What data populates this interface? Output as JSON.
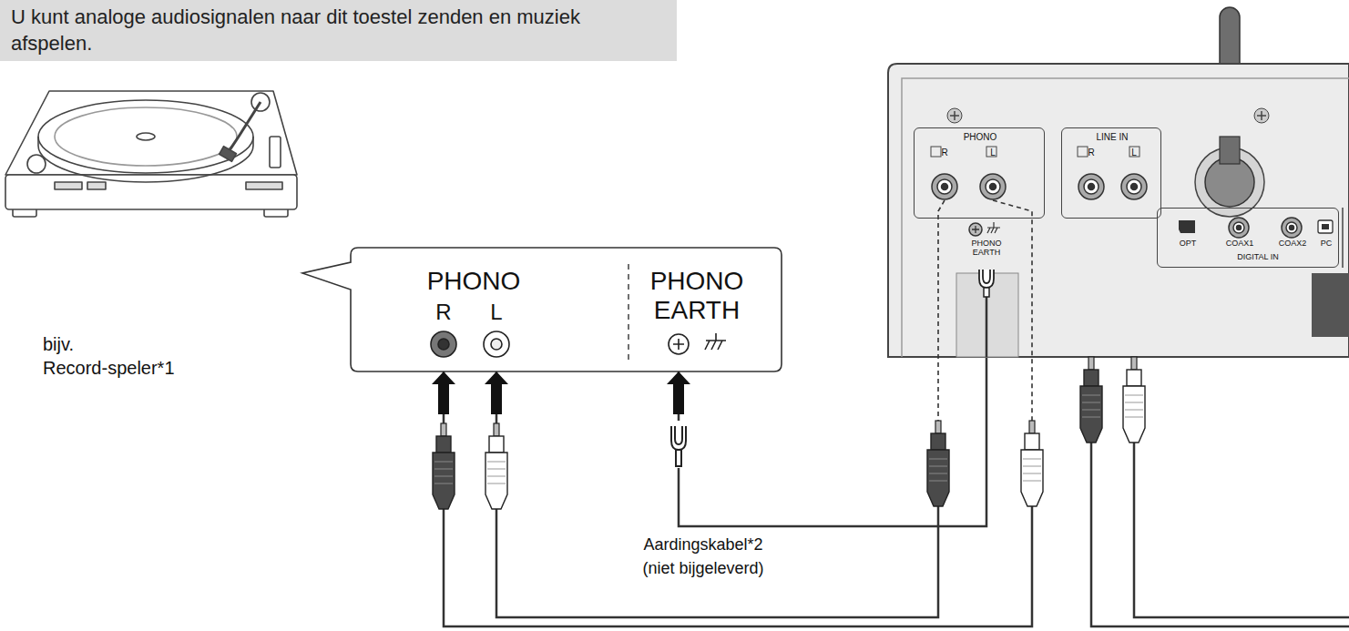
{
  "diagram": {
    "nodes": [
      {
        "text": [
          "U kunt analoge audiosignalen naar dit toestel zenden en muziek afspelen."
        ]
      },
      {
        "text": [
          "PHONO",
          "R",
          "L"
        ]
      },
      {
        "text": [
          "PHONO EARTH"
        ]
      },
      {
        "text": [
          "PHONO",
          "R",
          "L"
        ]
      },
      {
        "text": [
          "PHONO EARTH"
        ]
      },
      {
        "text": [
          "LINE IN",
          "R",
          "L"
        ]
      },
      {
        "text": [
          "OPT",
          "COAX1",
          "COAX2",
          "PC",
          "DIGITAL IN"
        ]
      }
    ],
    "edges": [
      {
        "from": 1,
        "to": 3,
        "arrow": "none"
      },
      {
        "from": 1,
        "to": 3,
        "arrow": "none"
      },
      {
        "from": 2,
        "to": 4,
        "arrow": "none"
      }
    ],
    "labels": [
      "bijv.",
      "Record-speler*1",
      "Aardingskabel*2",
      "(niet bijgeleverd)"
    ]
  }
}
